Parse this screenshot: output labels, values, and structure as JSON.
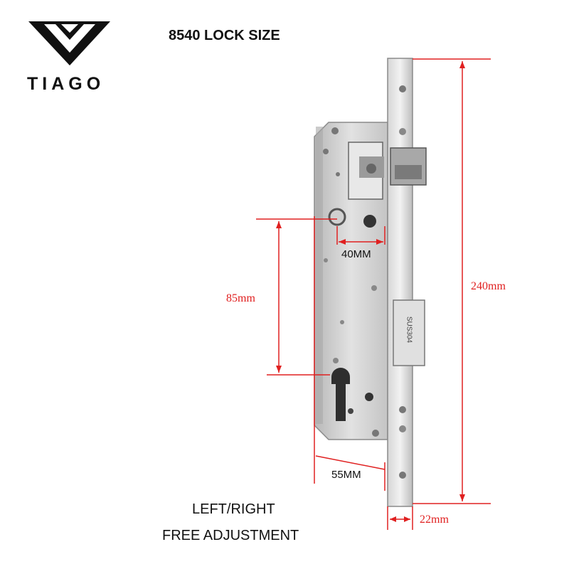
{
  "brand": {
    "name": "TIAGO",
    "logo_icon": "v-logo-icon"
  },
  "title": "8540 LOCK SIZE",
  "faceplate_stamp": "SUS304",
  "dimensions": {
    "height": "240mm",
    "backset": "85mm",
    "center_distance": "40MM",
    "case_depth": "55MM",
    "faceplate_width": "22mm"
  },
  "captions": {
    "line1": "LEFT/RIGHT",
    "line2": "FREE ADJUSTMENT"
  },
  "colors": {
    "dimension_lines": "#e02020",
    "steel": "#c9c9c9"
  }
}
